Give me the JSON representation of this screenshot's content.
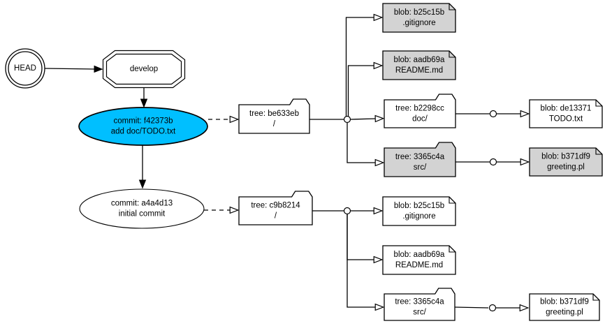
{
  "diagram": {
    "kind": "git-object-graph",
    "colors": {
      "highlight": "#00bfff",
      "shaded": "#d3d3d3",
      "plain": "#ffffff",
      "stroke": "#000000",
      "background": "#ffffff"
    },
    "nodes": [
      {
        "id": "head",
        "type": "doublecircle",
        "label": "HEAD",
        "fill": "plain"
      },
      {
        "id": "develop",
        "type": "doubleoctagon",
        "label": "develop",
        "fill": "plain"
      },
      {
        "id": "commit-f42373b",
        "type": "ellipse",
        "lines": [
          "commit: f42373b",
          "add doc/TODO.txt"
        ],
        "fill": "highlight"
      },
      {
        "id": "commit-a4a4d13",
        "type": "ellipse",
        "lines": [
          "commit: a4a4d13",
          "initial commit"
        ],
        "fill": "plain"
      },
      {
        "id": "tree-be633eb",
        "type": "folder",
        "lines": [
          "tree: be633eb",
          "/"
        ],
        "fill": "plain"
      },
      {
        "id": "tree-c9b8214",
        "type": "folder",
        "lines": [
          "tree: c9b8214",
          "/"
        ],
        "fill": "plain"
      },
      {
        "id": "tree-b2298cc",
        "type": "folder",
        "lines": [
          "tree: b2298cc",
          "doc/"
        ],
        "fill": "plain"
      },
      {
        "id": "tree-3365c4a-top",
        "type": "folder",
        "lines": [
          "tree: 3365c4a",
          "src/"
        ],
        "fill": "shaded"
      },
      {
        "id": "tree-3365c4a-bottom",
        "type": "folder",
        "lines": [
          "tree: 3365c4a",
          "src/"
        ],
        "fill": "plain"
      },
      {
        "id": "blob-b25c15b-top",
        "type": "note",
        "lines": [
          "blob: b25c15b",
          ".gitignore"
        ],
        "fill": "shaded"
      },
      {
        "id": "blob-aadb69a-top",
        "type": "note",
        "lines": [
          "blob: aadb69a",
          "README.md"
        ],
        "fill": "shaded"
      },
      {
        "id": "blob-de13371",
        "type": "note",
        "lines": [
          "blob: de13371",
          "TODO.txt"
        ],
        "fill": "plain"
      },
      {
        "id": "blob-b371df9-top",
        "type": "note",
        "lines": [
          "blob: b371df9",
          "greeting.pl"
        ],
        "fill": "shaded"
      },
      {
        "id": "blob-b25c15b-bottom",
        "type": "note",
        "lines": [
          "blob: b25c15b",
          ".gitignore"
        ],
        "fill": "plain"
      },
      {
        "id": "blob-aadb69a-bottom",
        "type": "note",
        "lines": [
          "blob: aadb69a",
          "README.md"
        ],
        "fill": "plain"
      },
      {
        "id": "blob-b371df9-bottom",
        "type": "note",
        "lines": [
          "blob: b371df9",
          "greeting.pl"
        ],
        "fill": "plain"
      }
    ],
    "edges": [
      {
        "from": "head",
        "to": "develop",
        "style": "solid",
        "arrow": "filled"
      },
      {
        "from": "develop",
        "to": "commit-f42373b",
        "style": "solid",
        "arrow": "filled"
      },
      {
        "from": "commit-f42373b",
        "to": "commit-a4a4d13",
        "style": "solid",
        "arrow": "filled"
      },
      {
        "from": "commit-f42373b",
        "to": "tree-be633eb",
        "style": "dashed",
        "arrow": "hollow"
      },
      {
        "from": "commit-a4a4d13",
        "to": "tree-c9b8214",
        "style": "dashed",
        "arrow": "hollow"
      },
      {
        "from": "tree-be633eb",
        "to": "branch-point-1",
        "style": "solid",
        "arrow": "none"
      },
      {
        "from": "branch-point-1",
        "to": "blob-b25c15b-top",
        "style": "solid",
        "arrow": "hollow"
      },
      {
        "from": "branch-point-1",
        "to": "blob-aadb69a-top",
        "style": "solid",
        "arrow": "hollow"
      },
      {
        "from": "branch-point-1",
        "to": "tree-b2298cc",
        "style": "solid",
        "arrow": "hollow"
      },
      {
        "from": "branch-point-1",
        "to": "tree-3365c4a-top",
        "style": "solid",
        "arrow": "hollow"
      },
      {
        "from": "tree-b2298cc",
        "to": "dot-doc",
        "style": "solid",
        "arrow": "none"
      },
      {
        "from": "dot-doc",
        "to": "blob-de13371",
        "style": "solid",
        "arrow": "hollow"
      },
      {
        "from": "tree-3365c4a-top",
        "to": "dot-src-top",
        "style": "solid",
        "arrow": "none"
      },
      {
        "from": "dot-src-top",
        "to": "blob-b371df9-top",
        "style": "solid",
        "arrow": "hollow"
      },
      {
        "from": "tree-c9b8214",
        "to": "branch-point-2",
        "style": "solid",
        "arrow": "none"
      },
      {
        "from": "branch-point-2",
        "to": "blob-b25c15b-bottom",
        "style": "solid",
        "arrow": "hollow"
      },
      {
        "from": "branch-point-2",
        "to": "blob-aadb69a-bottom",
        "style": "solid",
        "arrow": "hollow"
      },
      {
        "from": "branch-point-2",
        "to": "tree-3365c4a-bottom",
        "style": "solid",
        "arrow": "hollow"
      },
      {
        "from": "tree-3365c4a-bottom",
        "to": "dot-src-bottom",
        "style": "solid",
        "arrow": "none"
      },
      {
        "from": "dot-src-bottom",
        "to": "blob-b371df9-bottom",
        "style": "solid",
        "arrow": "hollow"
      }
    ],
    "junction_dots": [
      "branch-point-1",
      "dot-doc",
      "dot-src-top",
      "branch-point-2",
      "dot-src-bottom"
    ]
  }
}
